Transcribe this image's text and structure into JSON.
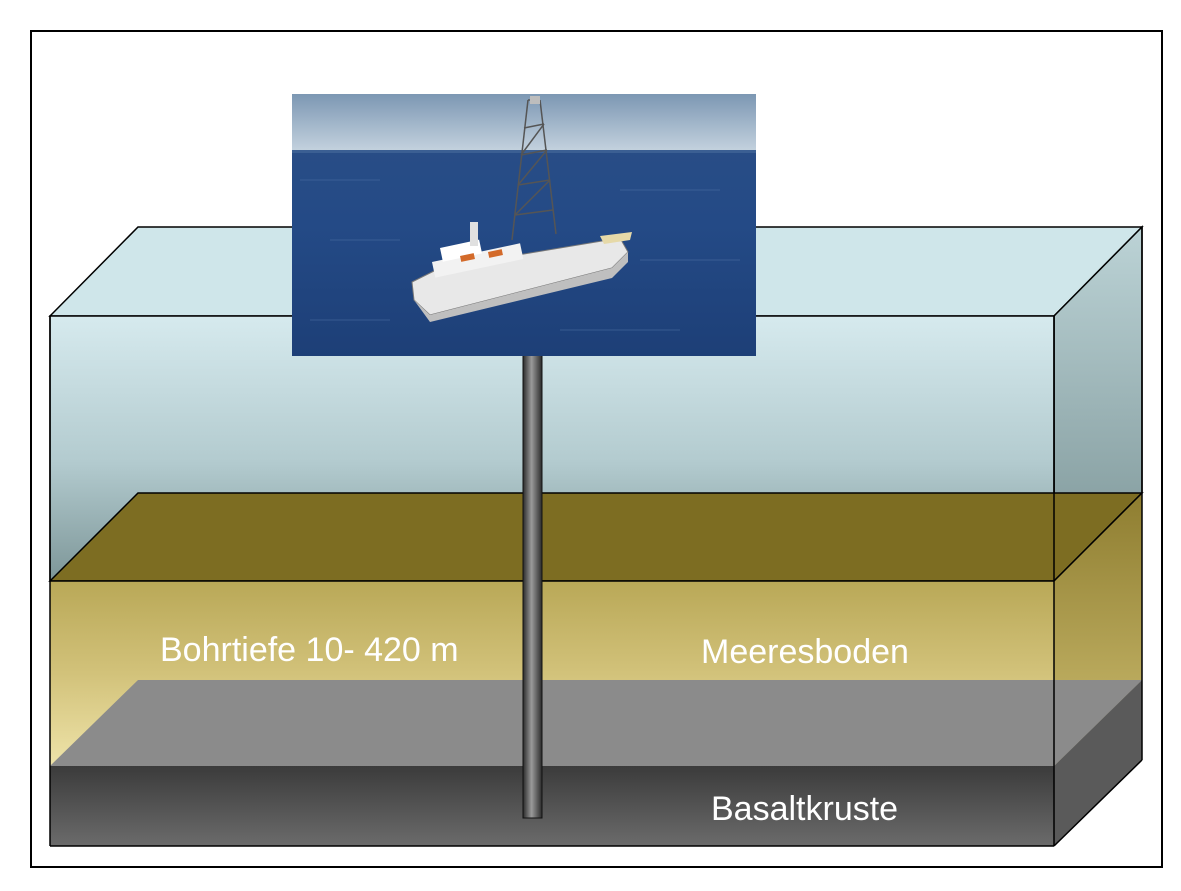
{
  "labels": {
    "drill_depth": "Bohrtiefe 10- 420 m",
    "seafloor": "Meeresboden",
    "basalt_crust": "Basaltkruste"
  },
  "colors": {
    "water_top": "#cfe6ea",
    "sediment_top": "#7d6d22",
    "basalt_top": "#8b8b8b",
    "basalt_front": "#4a4a4a",
    "label_text": "#ffffff"
  },
  "photo": {
    "subject": "drilling-ship-icon"
  }
}
